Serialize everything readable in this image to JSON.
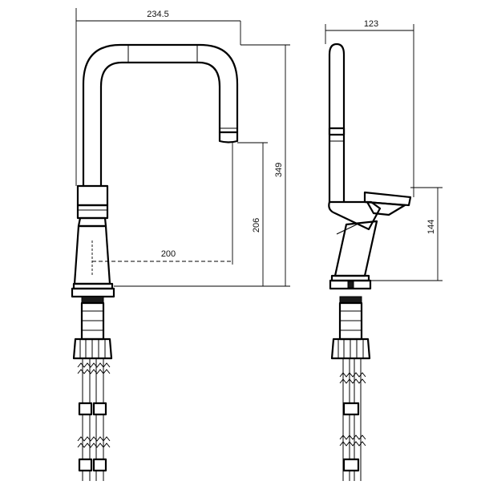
{
  "drawing": {
    "front_view": {
      "width_label": "234.5",
      "total_height_label": "349",
      "spout_height_label": "206",
      "spout_reach_label": "200"
    },
    "side_view": {
      "depth_label": "123",
      "lever_height_label": "144"
    }
  }
}
